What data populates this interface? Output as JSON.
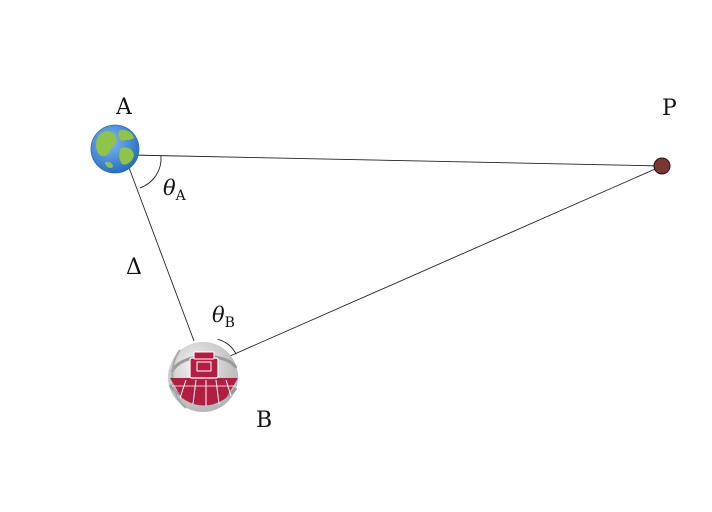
{
  "diagram": {
    "points": {
      "A": {
        "label": "A",
        "icon": "earth-globe-icon"
      },
      "B": {
        "label": "B",
        "icon": "radio-telescope-satellite-icon"
      },
      "P": {
        "label": "P",
        "icon": "point-marker"
      }
    },
    "angles": {
      "theta_a": {
        "symbol": "θ",
        "subscript": "A"
      },
      "theta_b": {
        "symbol": "θ",
        "subscript": "B"
      }
    },
    "baseline_label": "Δ",
    "colors": {
      "line": "#222222",
      "point_p": "#7a3535",
      "earth_ocean": "#3e86d6",
      "earth_land": "#8fc34a",
      "telescope": "#b01e42",
      "shell": "#bdbdbd"
    }
  }
}
